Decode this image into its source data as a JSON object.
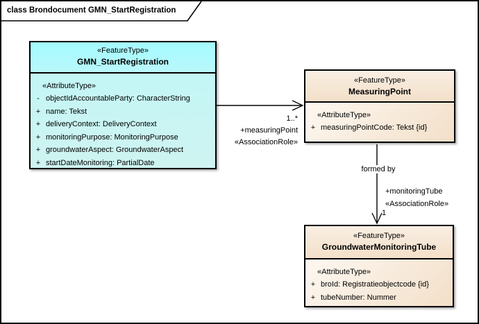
{
  "frame": {
    "title": "class Brondocument GMN_StartRegistration"
  },
  "classes": [
    {
      "stereotype": "«FeatureType»",
      "name": "GMN_StartRegistration",
      "attr_header": "«AttributeType»",
      "attributes": [
        {
          "vis": "-",
          "text": "objectIdAccountableParty: CharacterString"
        },
        {
          "vis": "+",
          "text": "name: Tekst"
        },
        {
          "vis": "+",
          "text": "deliveryContext: DeliveryContext"
        },
        {
          "vis": "+",
          "text": "monitoringPurpose: MonitoringPurpose"
        },
        {
          "vis": "+",
          "text": "groundwaterAspect: GroundwaterAspect"
        },
        {
          "vis": "+",
          "text": "startDateMonitoring: PartialDate"
        }
      ]
    },
    {
      "stereotype": "«FeatureType»",
      "name": "MeasuringPoint",
      "attr_header": "«AttributeType»",
      "attributes": [
        {
          "vis": "+",
          "text": "measuringPointCode: Tekst {id}"
        }
      ]
    },
    {
      "stereotype": "«FeatureType»",
      "name": "GroundwaterMonitoringTube",
      "attr_header": "«AttributeType»",
      "attributes": [
        {
          "vis": "+",
          "text": "broId: Registratieobjectcode {id}"
        },
        {
          "vis": "+",
          "text": "tubeNumber: Nummer"
        }
      ]
    }
  ],
  "associations": [
    {
      "multiplicity": "1..*",
      "role": "+measuringPoint",
      "stereotype": "«AssociationRole»"
    },
    {
      "name": "formed by",
      "multiplicity": "1",
      "role": "+monitoringTube",
      "stereotype": "«AssociationRole»"
    }
  ],
  "colors": {
    "class_cyan": "#bdf7f8",
    "class_tan": "#f7ead9",
    "border": "#000000",
    "background": "#ffffff"
  }
}
